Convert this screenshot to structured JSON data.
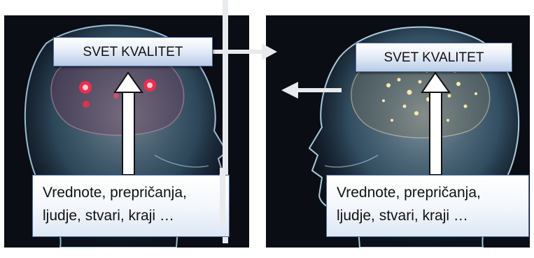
{
  "left_card": {
    "quality_world_label": "SVET KVALITET",
    "contents_line1": "Vrednote, prepričanja,",
    "contents_line2": "ljudje, stvari, kraji …"
  },
  "right_card": {
    "quality_world_label": "SVET KVALITET",
    "contents_line1": "Vrednote, prepričanja,",
    "contents_line2": "ljudje, stvari, kraji …"
  },
  "colors": {
    "background": "#0a0d14",
    "head_glow": "#9fd3ef",
    "left_neurons": "#ff2a4a",
    "right_neurons": "#ffe7b0",
    "box_border": "#4a6aa0"
  },
  "icons": {
    "left_figure": "human-head-profile-icon",
    "right_figure": "human-head-profile-icon",
    "arrows": "arrow-icon"
  }
}
